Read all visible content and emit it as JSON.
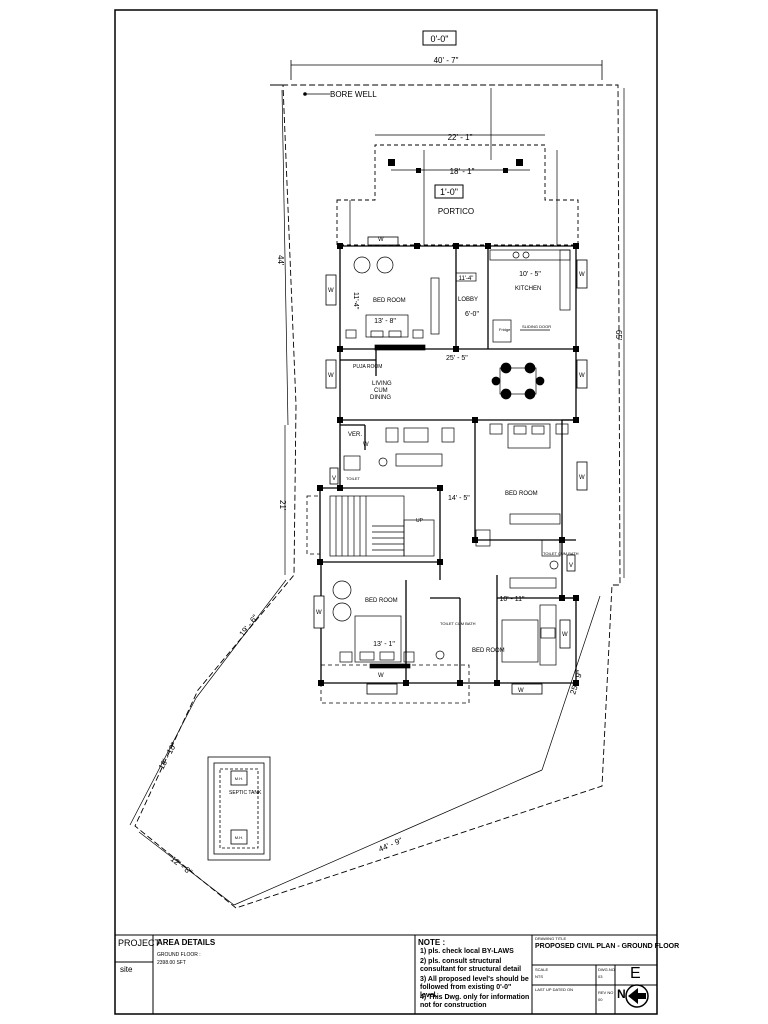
{
  "labels": {
    "level_top": "0'-0\"",
    "level_portico": "1'-0\"",
    "bore_well": "BORE WELL",
    "portico": "PORTICO",
    "bed_room": "BED ROOM",
    "lobby": "LOBBY",
    "kitchen": "KITCHEN",
    "fridge": "Fridge",
    "sliding_door": "SLIDING DOOR",
    "puja_room": "PUJA ROOM",
    "living_line1": "LIVING",
    "living_line2": "CUM",
    "living_line3": "DINING",
    "ver": "VER.",
    "toilet": "TOILET",
    "toilet_cum_bath": "TOILET CUM BATH",
    "septic_tank": "SEPTIC TANK",
    "mh": "M.H.",
    "window": "W",
    "v": "V",
    "up": "UP"
  },
  "dimensions": {
    "d_40_7": "40' - 7\"",
    "d_22_1": "22' - 1\"",
    "d_18_1": "18' - 1\"",
    "d_6_0": "6'-0\"",
    "d_44": "44'",
    "d_21": "21'",
    "d_65": "65'",
    "d_11_4": "11'-4\"",
    "d_10_5": "10' - 5\"",
    "d_13_8": "13' - 8\"",
    "d_25_5": "25' - 5\"",
    "d_13_1": "13' - 1\"",
    "d_10_11": "10' - 11\"",
    "d_14_5": "14' - 5\"",
    "d_19_6": "19' - 6\"",
    "d_18_10": "18' - 10\"",
    "d_12_8": "12' - 8\"",
    "d_44_9": "44' - 9\"",
    "d_25_9": "25' - 9\""
  },
  "title_block": {
    "project_label": "PROJECT",
    "site_label": "site",
    "area_heading": "AREA DETAILS",
    "area_line1": "GROUND FLOOR :",
    "area_line2": "2398.00 SFT",
    "note_heading": "NOTE :",
    "notes": [
      "1) pls. check local BY-LAWS",
      "2) pls. consult structural consultant for structural detail",
      "3) All proposed level's should be followed from existing 0'-0\" level.",
      "4) This Dwg. only for information not for construction"
    ],
    "drawing_title_label": "DRAWING TITLE",
    "drawing_title": "PROPOSED CIVIL PLAN - GROUND FLOOR",
    "scale_label": "SCALE",
    "scale_value": "NTS",
    "last_revision_label": "LAST UP DATED ON",
    "dwg_no_label": "DWG.NO",
    "dwg_no_value": "03",
    "rev_no_label": "REV NO",
    "rev_no_value": "00",
    "orientation": "E",
    "north": "N"
  }
}
